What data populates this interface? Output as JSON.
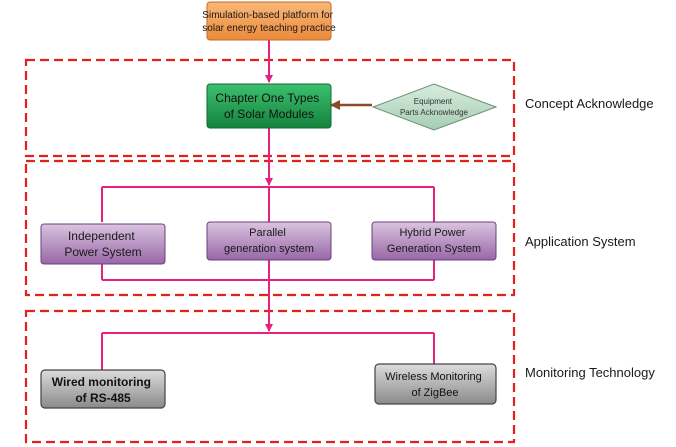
{
  "top_box": {
    "lines": [
      "Simulation-based platform for",
      "solar energy teaching practice"
    ]
  },
  "sections": {
    "concept": {
      "label": "Concept Acknowledge"
    },
    "application": {
      "label": "Application System"
    },
    "monitoring": {
      "label": "Monitoring Technology"
    }
  },
  "chapter_box": {
    "lines": [
      "Chapter One Types",
      "of Solar Modules"
    ]
  },
  "equipment_diamond": {
    "lines": [
      "Equipment",
      "Parts Acknowledge"
    ]
  },
  "application_boxes": {
    "independent": {
      "lines": [
        "Independent",
        "Power System"
      ]
    },
    "parallel": {
      "lines": [
        "Parallel",
        "generation system"
      ]
    },
    "hybrid": {
      "lines": [
        "Hybrid Power",
        "Generation System"
      ]
    }
  },
  "monitoring_boxes": {
    "wired": {
      "lines": [
        "Wired monitoring",
        "of RS-485"
      ]
    },
    "wireless": {
      "lines": [
        "Wireless Monitoring",
        "of ZigBee"
      ]
    }
  },
  "colors": {
    "connector": "#e8217f",
    "section_border": "#e0211d",
    "arrow_brown": "#8b4a2b",
    "top_box": "#f39a4d",
    "chapter_box": "#1f9a4b",
    "diamond": "#b7d9c2",
    "app_box": "#9b6aa8",
    "mon_box": "#8c8c8c"
  }
}
